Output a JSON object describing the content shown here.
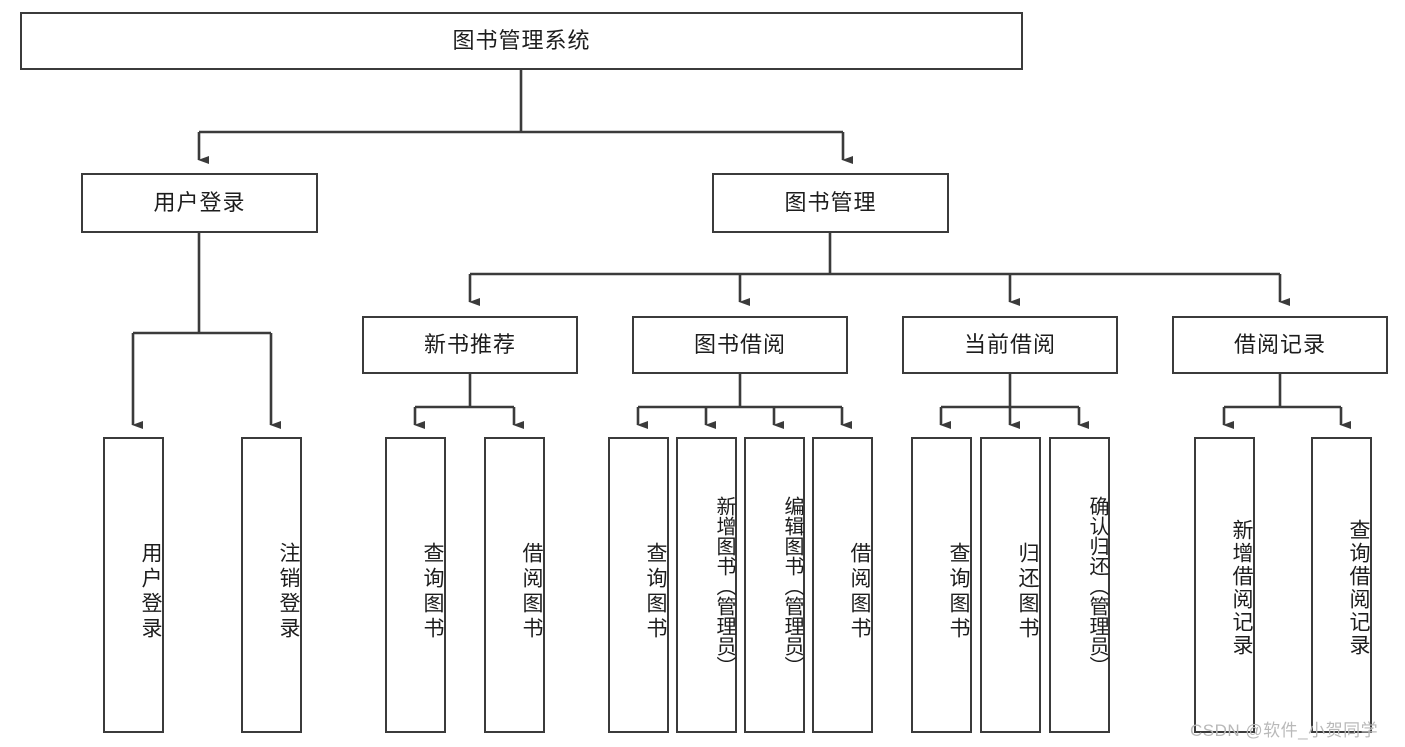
{
  "diagram": {
    "title": "图书管理系统",
    "type": "tree-hierarchy-chart",
    "watermark": "CSDN @软件_小贺同学",
    "colors": {
      "box_border": "#3b3b3b",
      "box_fill": "#ffffff",
      "connector": "#3b3b3b",
      "text": "#1d1d1d",
      "watermark": "#b9b9b9",
      "background": "#ffffff"
    },
    "root": {
      "label": "图书管理系统"
    },
    "level2": [
      {
        "label": "用户登录"
      },
      {
        "label": "图书管理"
      }
    ],
    "level3": [
      {
        "label": "新书推荐"
      },
      {
        "label": "图书借阅"
      },
      {
        "label": "当前借阅"
      },
      {
        "label": "借阅记录"
      }
    ],
    "leaves": {
      "user_login": [
        {
          "label": "用户登录"
        },
        {
          "label": "注销登录"
        }
      ],
      "new_book_recommend": [
        {
          "label": "查询图书"
        },
        {
          "label": "借阅图书"
        }
      ],
      "book_borrow": [
        {
          "label": "查询图书"
        },
        {
          "label": "新增图书（管理员）"
        },
        {
          "label": "编辑图书（管理员）"
        },
        {
          "label": "借阅图书"
        }
      ],
      "current_borrow": [
        {
          "label": "查询图书"
        },
        {
          "label": "归还图书"
        },
        {
          "label": "确认归还（管理员）"
        }
      ],
      "borrow_record": [
        {
          "label": "新增借阅记录"
        },
        {
          "label": "查询借阅记录"
        }
      ]
    }
  }
}
